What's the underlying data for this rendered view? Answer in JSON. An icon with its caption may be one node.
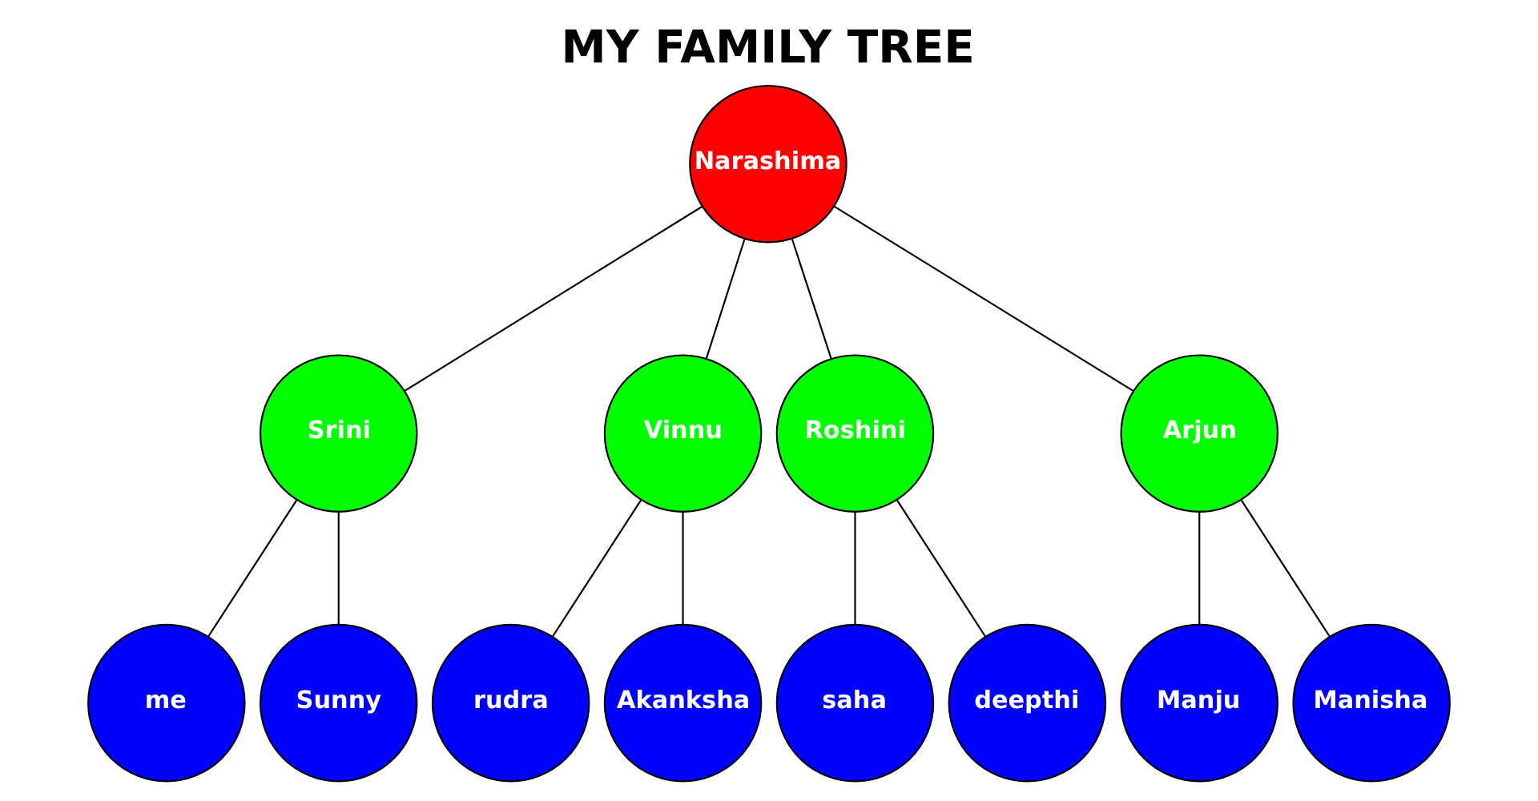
{
  "diagram": {
    "title": "MY FAMILY TREE",
    "nodes": [
      {
        "text": [
          "Narashima"
        ]
      },
      {
        "text": [
          "Srini"
        ]
      },
      {
        "text": [
          "Vinnu"
        ]
      },
      {
        "text": [
          "Roshini"
        ]
      },
      {
        "text": [
          "Arjun"
        ]
      },
      {
        "text": [
          "me"
        ]
      },
      {
        "text": [
          "Sunny"
        ]
      },
      {
        "text": [
          "rudra"
        ]
      },
      {
        "text": [
          "Akanksha"
        ]
      },
      {
        "text": [
          "saha"
        ]
      },
      {
        "text": [
          "deepthi"
        ]
      },
      {
        "text": [
          "Manju"
        ]
      },
      {
        "text": [
          "Manisha"
        ]
      }
    ],
    "edges": [
      {
        "from": 0,
        "to": 1,
        "arrow": "none"
      },
      {
        "from": 0,
        "to": 2,
        "arrow": "none"
      },
      {
        "from": 0,
        "to": 3,
        "arrow": "none"
      },
      {
        "from": 0,
        "to": 4,
        "arrow": "none"
      },
      {
        "from": 1,
        "to": 5,
        "arrow": "none"
      },
      {
        "from": 1,
        "to": 6,
        "arrow": "none"
      },
      {
        "from": 2,
        "to": 7,
        "arrow": "none"
      },
      {
        "from": 2,
        "to": 8,
        "arrow": "none"
      },
      {
        "from": 3,
        "to": 9,
        "arrow": "none"
      },
      {
        "from": 3,
        "to": 10,
        "arrow": "none"
      },
      {
        "from": 4,
        "to": 11,
        "arrow": "none"
      },
      {
        "from": 4,
        "to": 12,
        "arrow": "none"
      }
    ]
  }
}
